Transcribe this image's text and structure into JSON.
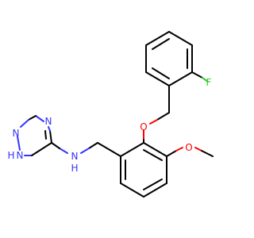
{
  "molecule": {
    "atoms": {
      "fluorine": "F",
      "ether_oxygen": "O",
      "methoxy_oxygen": "O",
      "amine_nitrogen": "N",
      "amine_hydrogen": "H",
      "triazole_n_top": "N",
      "triazole_n_left": "N",
      "triazole_nh_nitrogen": "N",
      "triazole_nh_hydrogen": "H"
    },
    "colors": {
      "carbon_bond": "#000000",
      "nitrogen": "#3333ff",
      "oxygen": "#ff0000",
      "fluorine": "#33cc33"
    }
  }
}
